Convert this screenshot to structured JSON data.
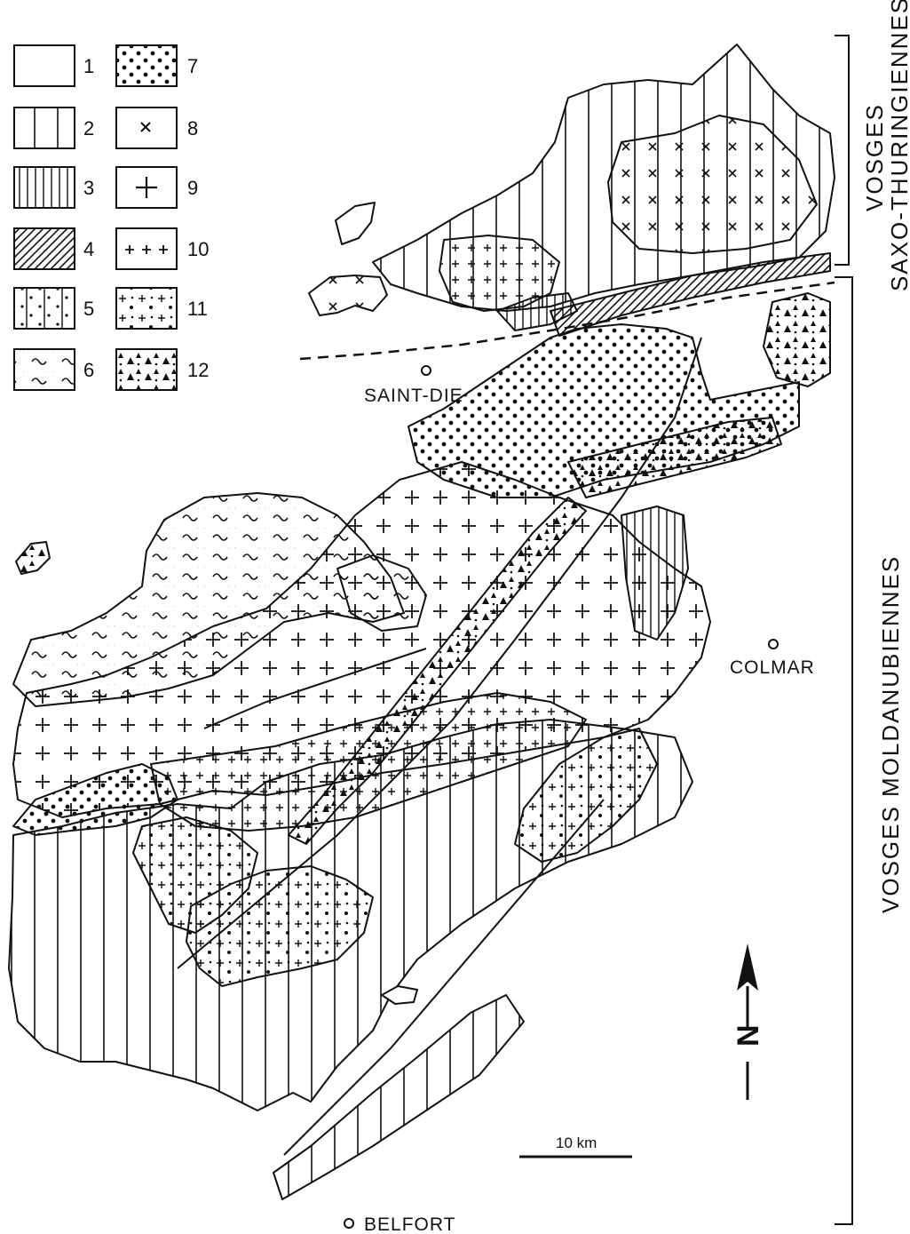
{
  "legend": {
    "items": [
      {
        "number": "1",
        "pattern": "blank"
      },
      {
        "number": "2",
        "pattern": "wide-vertical-lines"
      },
      {
        "number": "3",
        "pattern": "dense-vertical-lines"
      },
      {
        "number": "4",
        "pattern": "diagonal-hatch"
      },
      {
        "number": "5",
        "pattern": "dots-and-vertical-lines"
      },
      {
        "number": "6",
        "pattern": "waves"
      },
      {
        "number": "7",
        "pattern": "coarse-dots"
      },
      {
        "number": "8",
        "pattern": "crosses"
      },
      {
        "number": "9",
        "pattern": "large-plus"
      },
      {
        "number": "10",
        "pattern": "small-plus"
      },
      {
        "number": "11",
        "pattern": "plus-and-dots"
      },
      {
        "number": "12",
        "pattern": "dark-triangles"
      }
    ]
  },
  "places": [
    {
      "name": "SAINT-DIE"
    },
    {
      "name": "COLMAR"
    },
    {
      "name": "BELFORT"
    }
  ],
  "regions": {
    "north": {
      "line1": "VOSGES",
      "line2": "SAXO-THURINGIENNES"
    },
    "south": {
      "line1": "VOSGES MOLDANUBIENNES"
    }
  },
  "scale_bar": {
    "label": "10 km"
  },
  "north_arrow": {
    "label": "N",
    "direction": "up"
  }
}
